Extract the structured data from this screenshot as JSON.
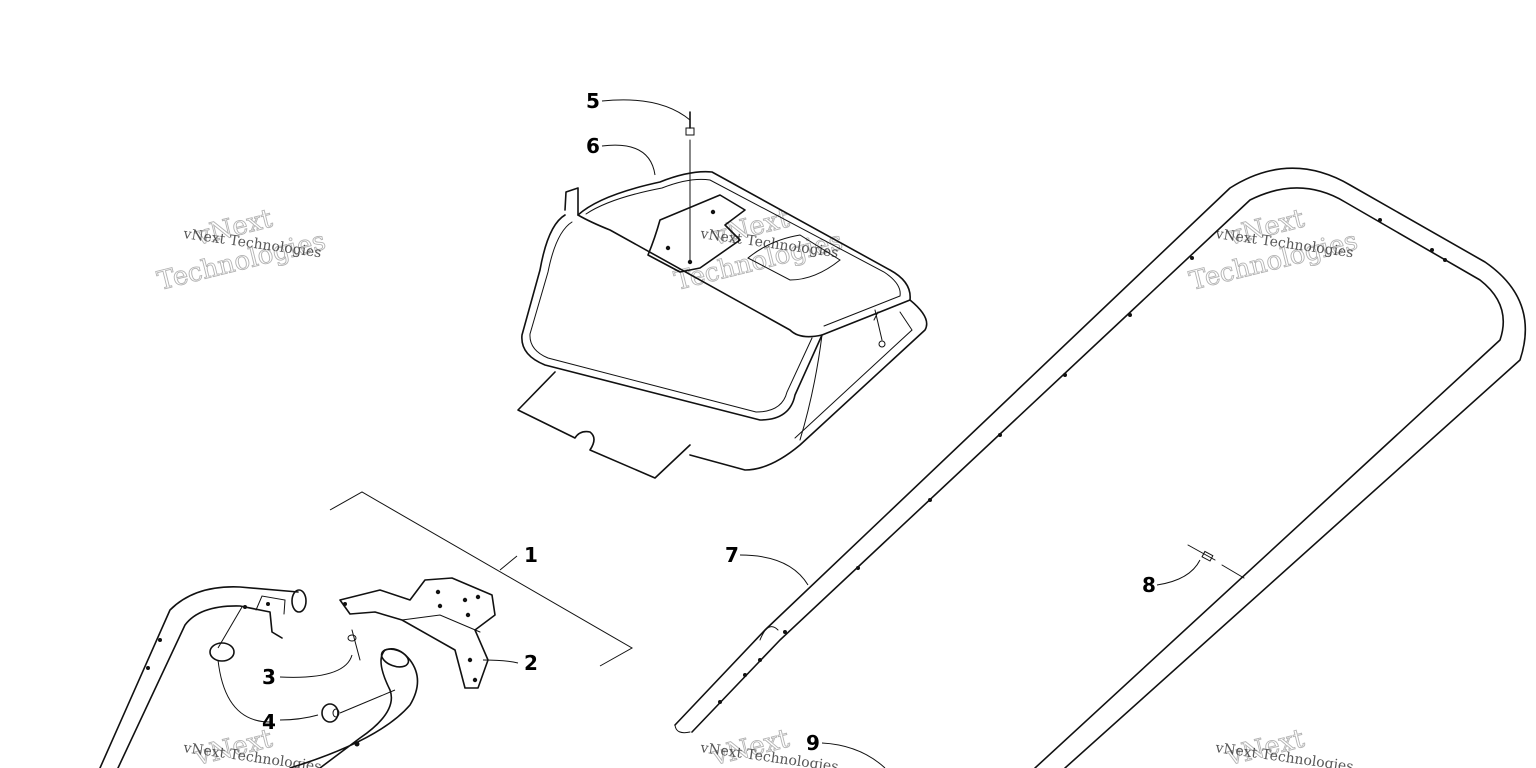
{
  "callouts": [
    {
      "id": "1",
      "label": "1"
    },
    {
      "id": "2",
      "label": "2"
    },
    {
      "id": "3",
      "label": "3"
    },
    {
      "id": "4",
      "label": "4"
    },
    {
      "id": "5",
      "label": "5"
    },
    {
      "id": "6",
      "label": "6"
    },
    {
      "id": "7",
      "label": "7"
    },
    {
      "id": "8",
      "label": "8"
    },
    {
      "id": "9",
      "label": "9"
    }
  ],
  "watermark": {
    "small_text": "vNext Technologies",
    "outline_line1": "vNext",
    "outline_line2": "Technologies"
  },
  "colors": {
    "line": "#111111",
    "background": "#ffffff",
    "watermark": "#9a9a9a"
  }
}
